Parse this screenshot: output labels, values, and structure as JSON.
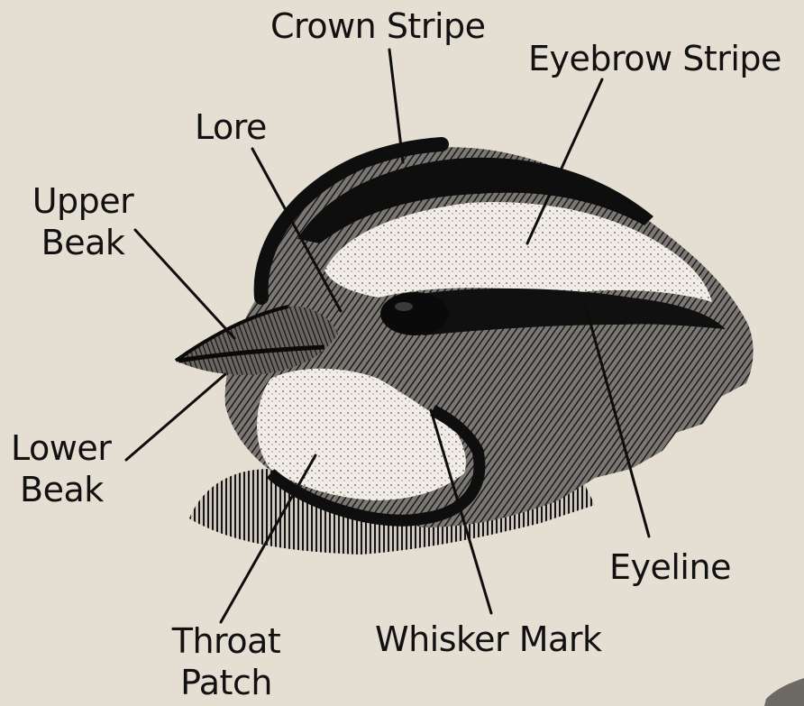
{
  "colors": {
    "background": "#e5ded3",
    "ink": "#111111",
    "light_plumage": "#f3f0ea"
  },
  "labels": {
    "crown_stripe": "Crown Stripe",
    "eyebrow_stripe": "Eyebrow Stripe",
    "lore": "Lore",
    "upper_beak_1": "Upper",
    "upper_beak_2": "Beak",
    "lower_beak_1": "Lower",
    "lower_beak_2": "Beak",
    "eyeline": "Eyeline",
    "whisker_mark": "Whisker Mark",
    "throat_patch_1": "Throat",
    "throat_patch_2": "Patch"
  }
}
